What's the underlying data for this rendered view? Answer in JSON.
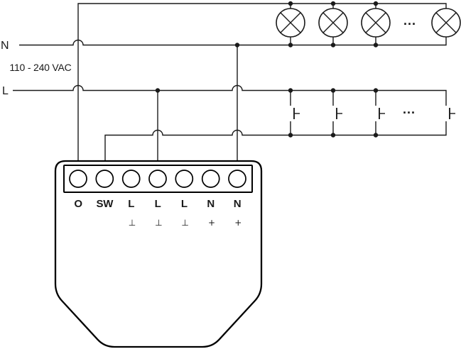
{
  "supply": {
    "neutral_label": "N",
    "line_label": "L",
    "voltage_label": "110 - 240 VAC"
  },
  "terminals": [
    {
      "label": "O",
      "sub": ""
    },
    {
      "label": "SW",
      "sub": ""
    },
    {
      "label": "L",
      "sub": "⊥"
    },
    {
      "label": "L",
      "sub": "⊥"
    },
    {
      "label": "L",
      "sub": "⊥"
    },
    {
      "label": "N",
      "sub": "+"
    },
    {
      "label": "N",
      "sub": "+"
    }
  ],
  "lamps": {
    "symbol_count": 4,
    "ellipsis": "..."
  },
  "switches": {
    "symbol_count": 4,
    "ellipsis": "..."
  },
  "colors": {
    "wire": "#1a1a1a",
    "outline": "#000000",
    "background": "#ffffff"
  }
}
